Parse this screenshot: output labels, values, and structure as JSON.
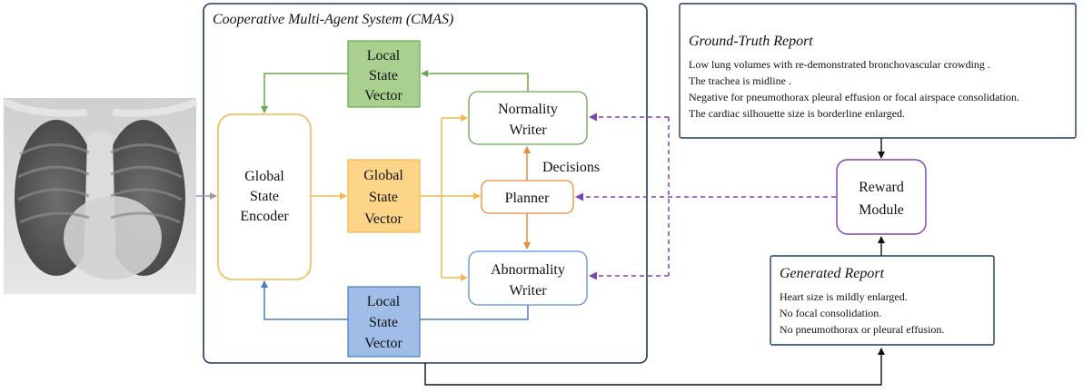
{
  "cmas": {
    "title": "Cooperative Multi-Agent System (CMAS)"
  },
  "local_state_top": {
    "line1": "Local",
    "line2": "State",
    "line3": "Vector"
  },
  "local_state_bottom": {
    "line1": "Local",
    "line2": "State",
    "line3": "Vector"
  },
  "global_state_vector": {
    "line1": "Global",
    "line2": "State",
    "line3": "Vector"
  },
  "encoder": {
    "line1": "Global",
    "line2": "State",
    "line3": "Encoder"
  },
  "normality_writer": {
    "line1": "Normality",
    "line2": "Writer"
  },
  "abnormality_writer": {
    "line1": "Abnormality",
    "line2": "Writer"
  },
  "planner": {
    "label": "Planner"
  },
  "decisions": {
    "label": "Decisions"
  },
  "reward_module": {
    "line1": "Reward",
    "line2": "Module"
  },
  "ground_truth": {
    "title": "Ground-Truth Report",
    "lines": [
      "Low lung volumes with re-demonstrated bronchovascular crowding .",
      "The trachea is midline .",
      "Negative for pneumothorax pleural effusion or focal airspace consolidation.",
      "The cardiac silhouette size is borderline enlarged."
    ]
  },
  "generated": {
    "title": "Generated Report",
    "lines": [
      "Heart size is mildly enlarged.",
      "No focal consolidation.",
      "No pneumothorax or pleural effusion."
    ]
  },
  "colors": {
    "green_fill": "#a9d08e",
    "green_stroke": "#6aa84f",
    "yellow_fill": "#fcd588",
    "yellow_stroke": "#f2b84b",
    "blue_fill": "#9fbde6",
    "blue_stroke": "#4a7cc4",
    "orange": "#e88a3a",
    "purple": "#7b44b0",
    "dark_blue": "#1f3864"
  }
}
